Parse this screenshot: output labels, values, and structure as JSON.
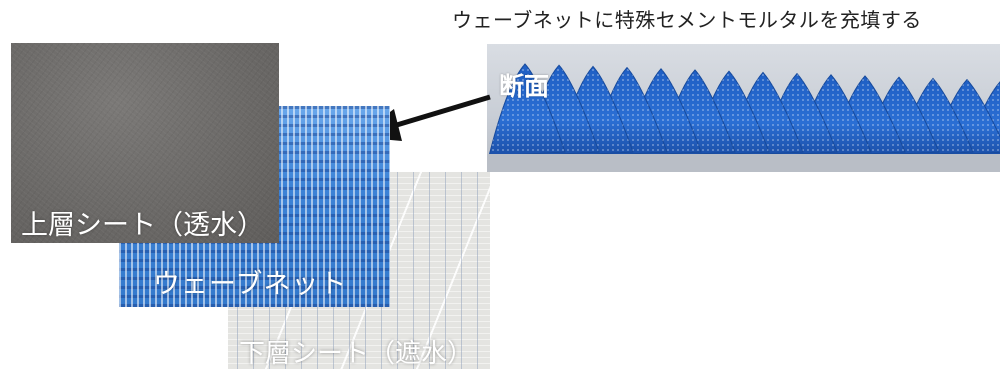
{
  "caption": "ウェーブネットに特殊セメントモルタルを充填する",
  "section_label": "断面",
  "layers": [
    {
      "label": "上層シート（透水）"
    },
    {
      "label": "ウェーブネット"
    },
    {
      "label": "下層シート（遮水）"
    }
  ],
  "colors": {
    "upper_sheet": "#6a6866",
    "wave_net": "#3f86d9",
    "lower_sheet": "#e4e4e1",
    "arrow": "#111111",
    "label_text": "#ffffff"
  }
}
